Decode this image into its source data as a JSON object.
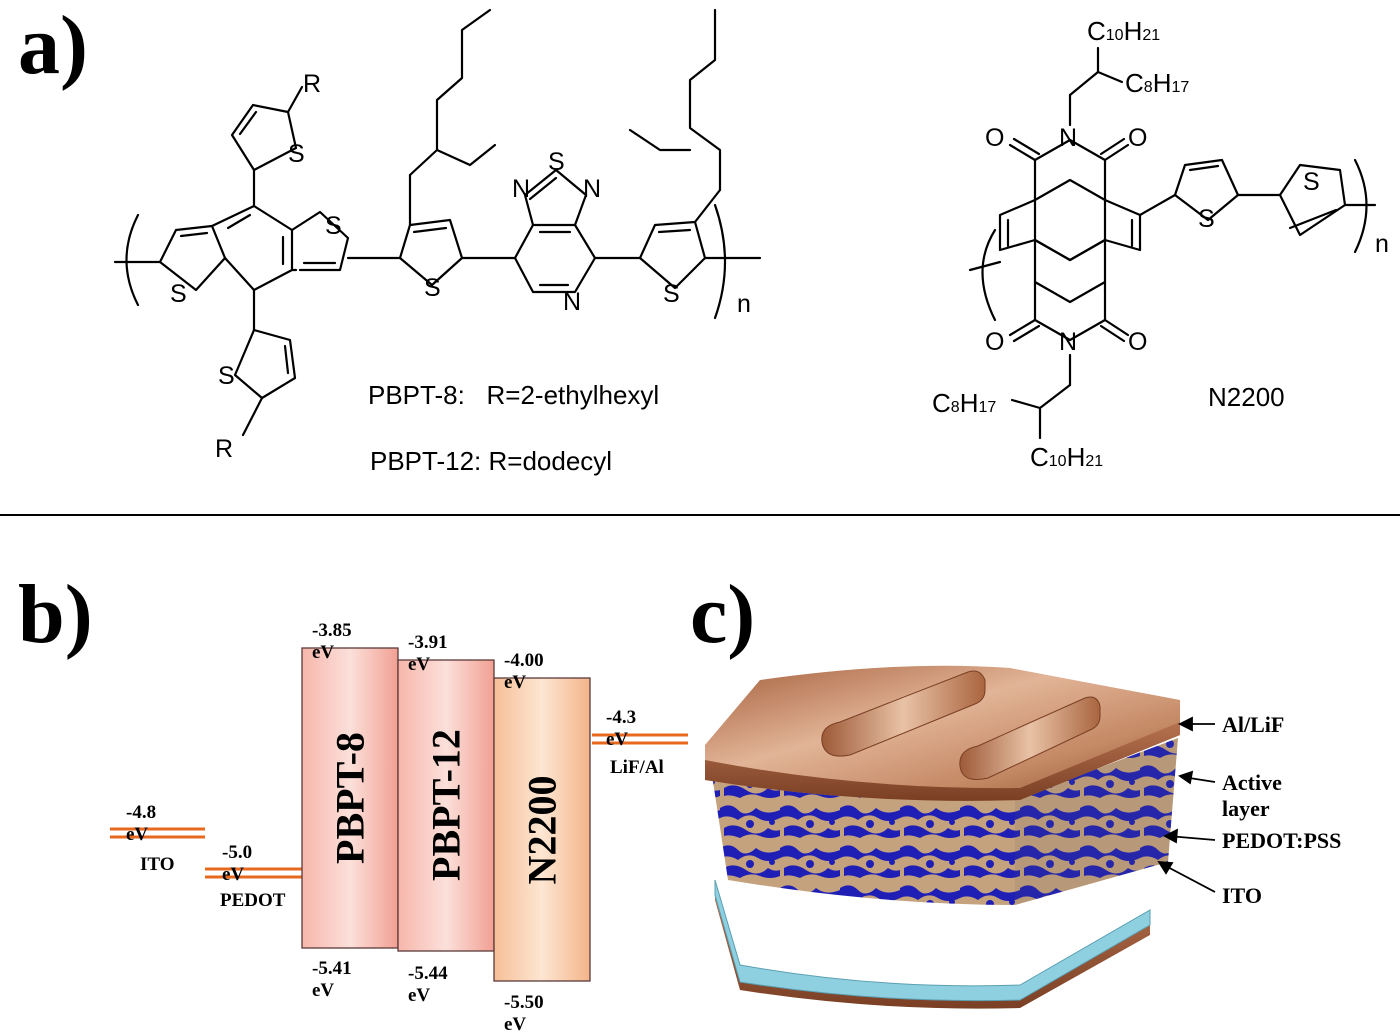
{
  "panels": {
    "a": "a)",
    "b": "b)",
    "c": "c)"
  },
  "structure_a": {
    "atoms": {
      "S": "S",
      "N": "N",
      "R": "R",
      "n": "n",
      "O": "O"
    },
    "label_pbpt8": "PBPT-8:   R=2-ethylhexyl",
    "label_pbpt12": "PBPT-12: R=dodecyl",
    "label_n2200": "N2200",
    "chain_c10": {
      "C": "C",
      "n1": "10",
      "H": "H",
      "n2": "21"
    },
    "chain_c8": {
      "C": "C",
      "n1": "8",
      "H": "H",
      "n2": "17"
    }
  },
  "energy_diagram": {
    "levels": [
      {
        "name": "ITO",
        "value": "-4.8 eV"
      },
      {
        "name": "PEDOT",
        "value": "-5.0 eV"
      },
      {
        "name": "LiF/Al",
        "value": "-4.3 eV"
      }
    ],
    "bars": [
      {
        "name": "PBPT-8",
        "lumo": "-3.85 eV",
        "homo": "-5.41 eV",
        "color": "#f4a79a"
      },
      {
        "name": "PBPT-12",
        "lumo": "-3.91 eV",
        "homo": "-5.44 eV",
        "color": "#f4a79a"
      },
      {
        "name": "N2200",
        "lumo": "-4.00 eV",
        "homo": "-5.50 eV",
        "color": "#f8c8a8"
      }
    ],
    "level_color": "#e8691e"
  },
  "device": {
    "layers": [
      "Al/LiF",
      "Active layer",
      "PEDOT:PSS",
      "ITO"
    ],
    "colors": {
      "electrode": "#b87a5a",
      "donor": "#1f1fb5",
      "acceptor": "#c4a27e",
      "ito": "#8fd0e0"
    }
  }
}
